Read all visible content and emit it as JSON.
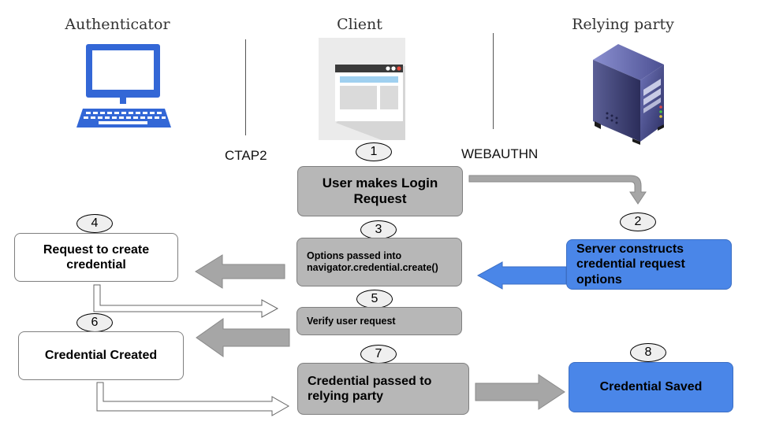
{
  "columns": {
    "authenticator": "Authenticator",
    "client": "Client",
    "relying_party": "Relying party"
  },
  "protocols": {
    "ctap2": "CTAP2",
    "webauthn": "WEBAUTHN"
  },
  "icons": {
    "authenticator": "desktop-computer-icon",
    "client": "browser-window-icon",
    "relying_party": "server-tower-icon"
  },
  "colors": {
    "grey_box": "#b7b7b7",
    "blue_box": "#4a86e8",
    "arrow_grey": "#a6a6a6",
    "arrow_blue": "#4a86e8"
  },
  "steps": [
    {
      "num": "1",
      "label": "User makes Login Request"
    },
    {
      "num": "2",
      "label": "Server constructs credential request options"
    },
    {
      "num": "3",
      "label": "Options passed into navigator.credential.create()"
    },
    {
      "num": "4",
      "label": "Request to create credential"
    },
    {
      "num": "5",
      "label": "Verify user request"
    },
    {
      "num": "6",
      "label": "Credential Created"
    },
    {
      "num": "7",
      "label": "Credential passed to relying party"
    },
    {
      "num": "8",
      "label": "Credential Saved"
    }
  ]
}
